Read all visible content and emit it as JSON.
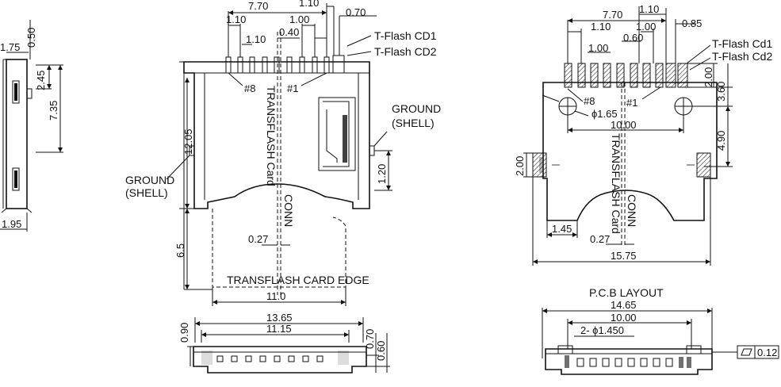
{
  "side_view": {
    "d_top": "0.50",
    "d_w": "1.75",
    "d_245": "2.45",
    "d_735": "7.35",
    "d_bottom": "1.95"
  },
  "front_view": {
    "d_770": "7.70",
    "d_110a": "1.10",
    "d_110b": "1.10",
    "d_110c": "1.10",
    "d_100": "1.00",
    "d_040": "0.40",
    "d_070": "0.70",
    "lbl_cd1": "T-Flash CD1",
    "lbl_cd2": "T-Flash CD2",
    "pin8": "#8",
    "pin1": "#1",
    "card_label": "TRANSFLASH Card",
    "conn_label": "CONN",
    "ground_right": [
      "GROUND",
      "(SHELL)"
    ],
    "ground_left": [
      "GROUND",
      "(SHELL)"
    ],
    "d_1205": "12.05",
    "d_120": "1.20",
    "d_65": "6.5",
    "d_027": "0.27",
    "edge_label": "TRANSFLASH CARD EDGE",
    "d_110w": "11.0"
  },
  "bottom_view": {
    "d_1365": "13.65",
    "d_1115": "11.15",
    "d_090": "0.90",
    "d_070": "0.70",
    "d_060": "0.60"
  },
  "pcb_view": {
    "d_770": "7.70",
    "d_110a": "1.10",
    "d_110b": "1.10",
    "d_100a": "1.00",
    "d_100b": "1.00",
    "d_085": "0.85",
    "d_060": "0.60",
    "lbl_cd1": "T-Flash Cd1",
    "lbl_cd2": "T-Flash Cd2",
    "d_200a": "2.00",
    "d_360": "3.60",
    "pin8": "#8",
    "pin1": "#1",
    "phi": "ϕ1.65",
    "d_1000": "10.00",
    "d_490": "4.90",
    "d_200b": "2.00",
    "card_label": "TRANSFLASH Card",
    "conn_label": "CONN",
    "d_145": "1.45",
    "d_027": "0.27",
    "d_1575": "15.75"
  },
  "layout_view": {
    "title": "P.C.B LAYOUT",
    "d_1465": "14.65",
    "d_1000": "10.00",
    "holes": "2- ϕ1.450",
    "flatness": "0.12"
  }
}
